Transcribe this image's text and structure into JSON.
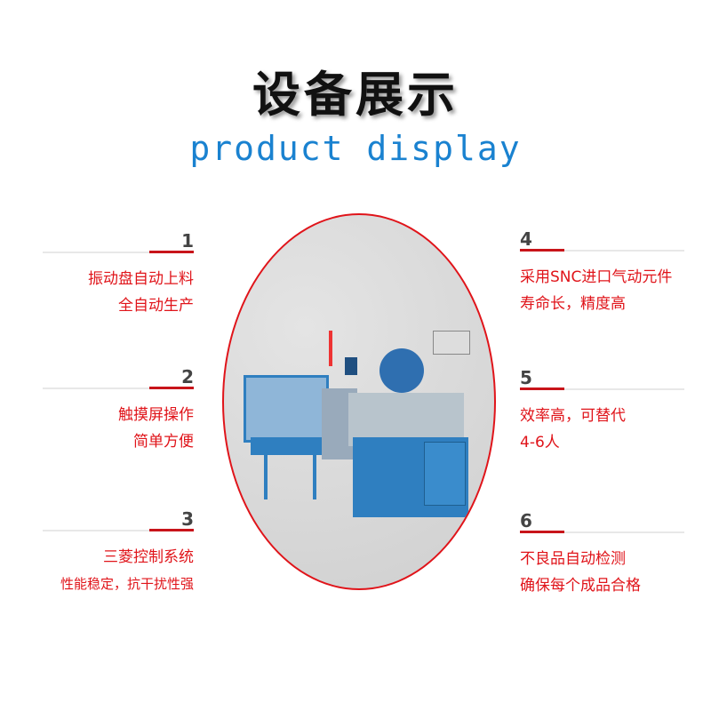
{
  "header": {
    "title": "设备展示",
    "subtitle": "product display"
  },
  "features": [
    {
      "num": "1",
      "lines": [
        "振动盘自动上料",
        "全自动生产"
      ]
    },
    {
      "num": "2",
      "lines": [
        "触摸屏操作",
        "简单方便"
      ]
    },
    {
      "num": "3",
      "lines": [
        "三菱控制系统",
        "性能稳定，抗干扰性强"
      ]
    },
    {
      "num": "4",
      "lines": [
        "采用SNC进口气动元件",
        "寿命长，精度高"
      ]
    },
    {
      "num": "5",
      "lines": [
        "效率高，可替代",
        "4-6人"
      ]
    },
    {
      "num": "6",
      "lines": [
        "不良品自动检测",
        "确保每个成品合格"
      ]
    }
  ],
  "colors": {
    "accent": "#e0141a",
    "subtitle": "#1a82d0",
    "machine": "#2f7fc0"
  }
}
